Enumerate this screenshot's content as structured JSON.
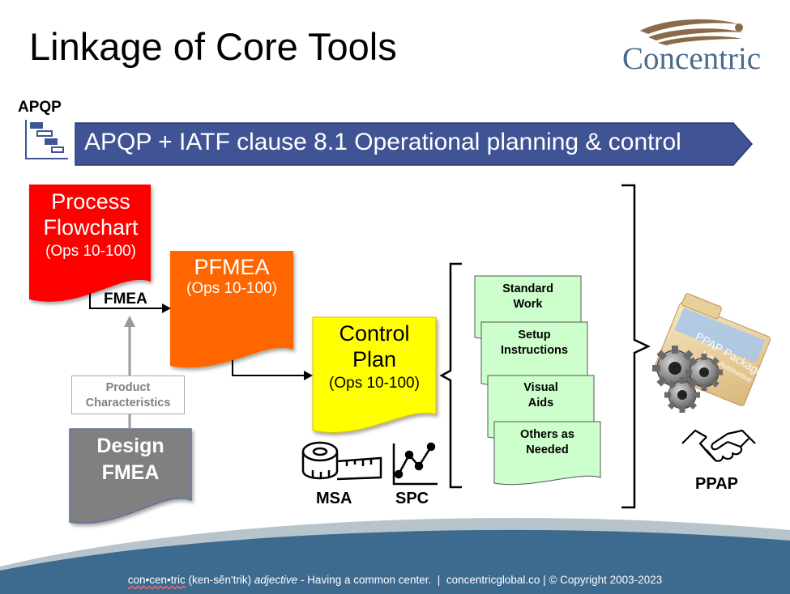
{
  "slide": {
    "title": "Linkage of Core Tools",
    "logo": {
      "text": "Concentric",
      "color": "#4a6a8c"
    },
    "apqp_label": "APQP",
    "banner": {
      "text": "APQP + IATF clause 8.1 Operational planning & control",
      "color": "#3f5395"
    },
    "process_flowchart": {
      "line1": "Process",
      "line2": "Flowchart",
      "ops": "(Ops 10-100)",
      "color": "#ff0000"
    },
    "pfmea": {
      "line1": "PFMEA",
      "ops": "(Ops 10-100)",
      "color": "#ff6600"
    },
    "control_plan": {
      "line1": "Control",
      "line2": "Plan",
      "ops": "(Ops 10-100)",
      "color": "#ffff00"
    },
    "design_fmea": {
      "line1": "Design",
      "line2": "FMEA",
      "color": "#808080"
    },
    "product_characteristics": {
      "line1": "Product",
      "line2": "Characteristics"
    },
    "fmea_label": "FMEA",
    "cards": [
      {
        "line1": "Standard",
        "line2": "Work"
      },
      {
        "line1": "Setup",
        "line2": "Instructions"
      },
      {
        "line1": "Visual",
        "line2": "Aids"
      },
      {
        "line1": "Others as",
        "line2": "Needed"
      }
    ],
    "card_color": "#ccffcc",
    "msa_label": "MSA",
    "spc_label": "SPC",
    "ppap_label": "PPAP",
    "folder": {
      "line1": "PPAP Package",
      "line2": "Volvo Automotive"
    },
    "footer": {
      "word": "con•cen•tric",
      "pron": "(ken-sĕn'trik)",
      "pos": "adjective",
      "definition": "- Having a common center.",
      "sep1": "|",
      "website": "concentricglobal.co",
      "sep2": "|",
      "copyright": "© Copyright 2003-2023"
    },
    "footer_color": "#3d6a8f"
  }
}
